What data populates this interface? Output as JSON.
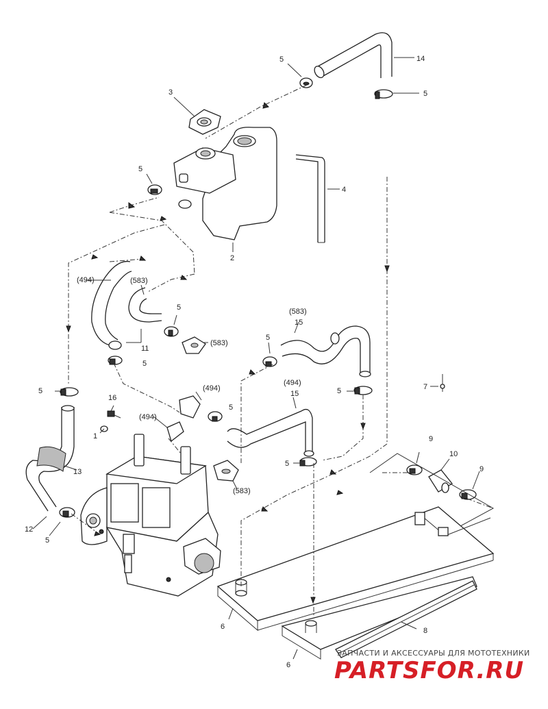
{
  "callouts": {
    "c5_top": "5",
    "c14": "14",
    "c5_right_top": "5",
    "c3": "3",
    "c4": "4",
    "c5_tank": "5",
    "c2": "2",
    "c494_left": "(494)",
    "c583_mid": "(583)",
    "c5_mid": "5",
    "c583_outlet": "(583)",
    "c11": "11",
    "c5_under11": "5",
    "c583_15": "(583)",
    "c15_upper": "15",
    "c5_hose15": "5",
    "c494_lower": "(494)",
    "c15_lower": "15",
    "c5_right_mid": "5",
    "c7": "7",
    "c5_left": "5",
    "c16": "16",
    "c494_engine": "(494)",
    "c494_fitting": "(494)",
    "c5_fitting": "5",
    "c1": "1",
    "c9_left": "9",
    "c10": "10",
    "c9_right": "9",
    "c13": "13",
    "c5_lower_mid": "5",
    "c583_lower": "(583)",
    "c12": "12",
    "c5_bottom_left": "5",
    "c6_left": "6",
    "c8": "8",
    "c6_right": "6"
  },
  "watermark": {
    "tagline": "ЗАПЧАСТИ И АКСЕССУАРЫ ДЛЯ МОТОТЕХНИКИ",
    "logo": "PARTSFOR.RU"
  }
}
